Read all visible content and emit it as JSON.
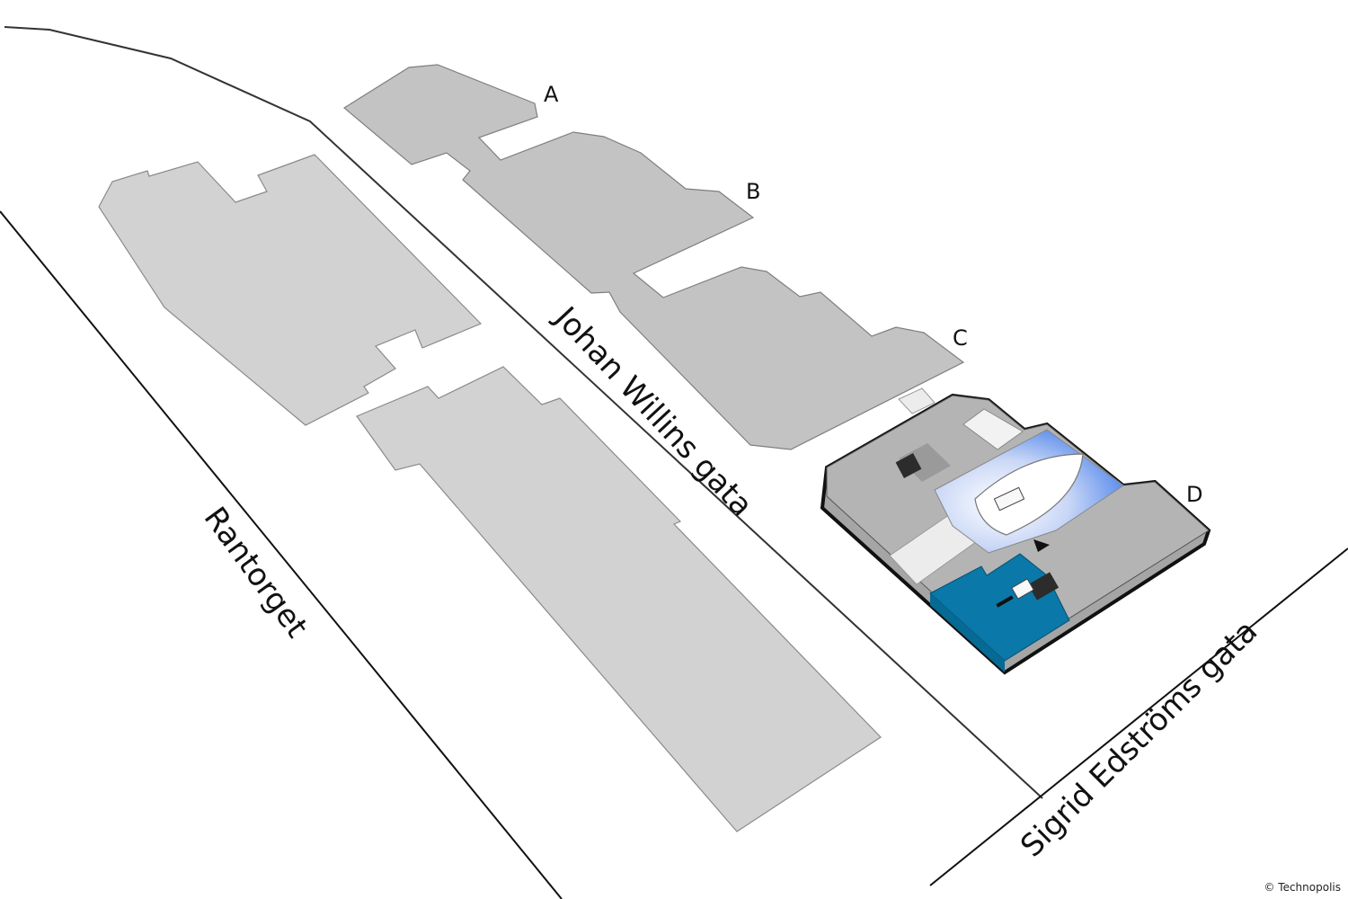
{
  "streets": {
    "rantorget": "Rantorget",
    "johan_willins": "Johan Willins gata",
    "sigrid_edstroms": "Sigrid Edströms gata"
  },
  "buildings": {
    "a": "A",
    "b": "B",
    "c": "C",
    "d": "D"
  },
  "copyright": "© Technopolis",
  "colors": {
    "background": "#ffffff",
    "building_grey": "#c3c3c3",
    "other_building_grey": "#d2d2d2",
    "building_d_base": "#a5a5a5",
    "highlight_blue": "#0a78a8",
    "atrium_blue": "#2f6fe8"
  }
}
